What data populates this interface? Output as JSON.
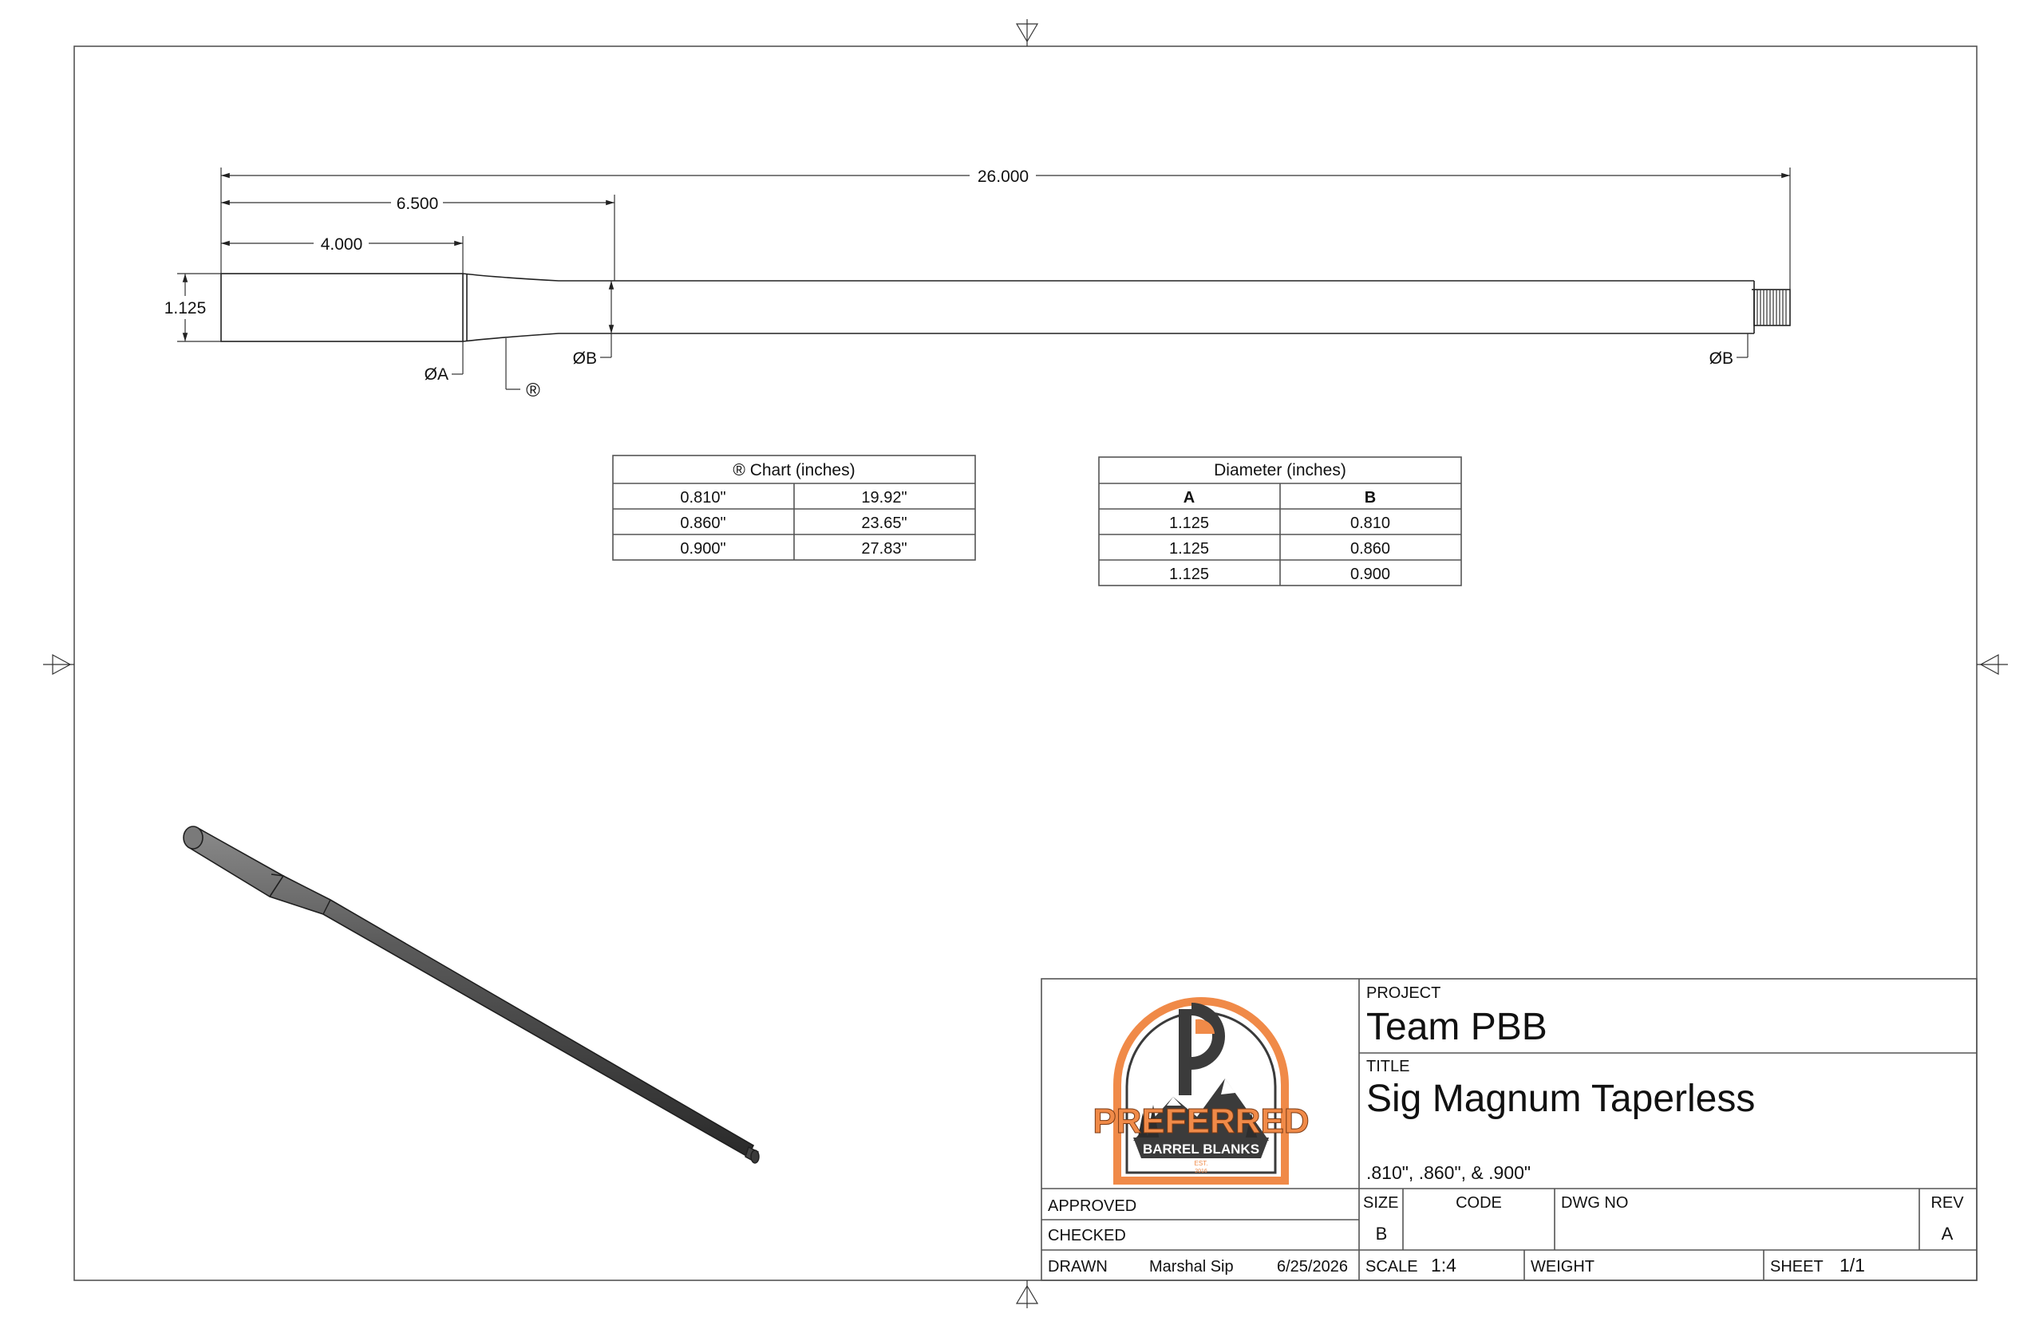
{
  "dimensions": {
    "overall_length": "26.000",
    "contour_length": "6.500",
    "shank_length": "4.000",
    "shank_diameter": "1.125",
    "dia_a_label": "ØA",
    "dia_b_label": "ØB",
    "dia_b_muzzle_label": "ØB",
    "r_callout": "®"
  },
  "chart_r": {
    "title": "® Chart (inches)",
    "rows": [
      [
        "0.810\"",
        "19.92\""
      ],
      [
        "0.860\"",
        "23.65\""
      ],
      [
        "0.900\"",
        "27.83\""
      ]
    ]
  },
  "diameter_table": {
    "title": "Diameter (inches)",
    "headers": [
      "A",
      "B"
    ],
    "rows": [
      [
        "1.125",
        "0.810"
      ],
      [
        "1.125",
        "0.860"
      ],
      [
        "1.125",
        "0.900"
      ]
    ]
  },
  "title_block": {
    "logo": {
      "brand": "PREFERRED",
      "banner": "BARREL BLANKS",
      "est": "EST.",
      "year": "2016",
      "colors": {
        "orange": "#f08a48",
        "dark": "#3b3b3b"
      }
    },
    "project_label": "PROJECT",
    "project_value": "Team PBB",
    "title_label": "TITLE",
    "title_value": "Sig Magnum Taperless",
    "subtitle": ".810\", .860\", & .900\"",
    "approved_label": "APPROVED",
    "checked_label": "CHECKED",
    "drawn_label": "DRAWN",
    "drawn_by": "Marshal Sip",
    "drawn_date": "6/25/2026",
    "size_label": "SIZE",
    "size_value": "B",
    "code_label": "CODE",
    "dwg_label": "DWG NO",
    "rev_label": "REV",
    "rev_value": "A",
    "scale_label": "SCALE",
    "scale_value": "1:4",
    "weight_label": "WEIGHT",
    "sheet_label": "SHEET",
    "sheet_value": "1/1"
  }
}
